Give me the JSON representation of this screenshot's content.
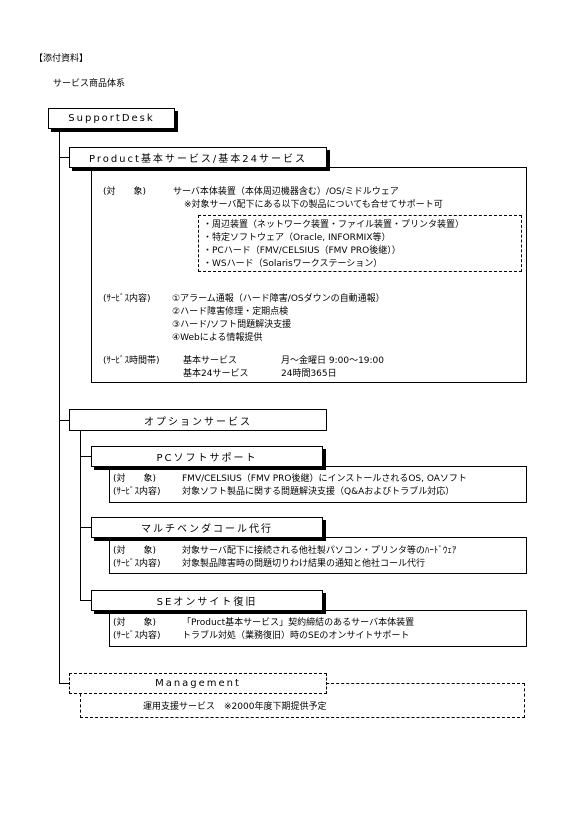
{
  "header": {
    "attachment_label": "【添付資料】",
    "subtitle": "サービス商品体系"
  },
  "root_box": {
    "label": "SupportDesk"
  },
  "product": {
    "title": "Product基本サービス/基本24サービス",
    "target_label": "(対　　象)",
    "target_line1": "サーバ本体装置（本体周辺機器含む）/OS/ミドルウェア",
    "target_line2": "※対象サーバ配下にある以下の製品についても合せてサポート可",
    "devices": [
      "・周辺装置（ネットワーク装置・ファイル装置・プリンタ装置）",
      "・特定ソフトウェア（Oracle, INFORMIX等）",
      "・PCハード（FMV/CELSIUS（FMV PRO後継））",
      "・WSハード（Solarisワークステーション）"
    ],
    "content_label": "(ｻｰﾋﾞｽ内容)",
    "content_items": [
      "①アラーム通報（ハード障害/OSダウンの自動通報）",
      "②ハード障害修理・定期点検",
      "③ハード/ソフト問題解決支援",
      "④Webによる情報提供"
    ],
    "hours_label": "(ｻｰﾋﾞｽ時間帯)",
    "hours_rows": [
      {
        "name": "基本サービス",
        "time": "月～金曜日 9:00～19:00"
      },
      {
        "name": "基本24サービス",
        "time": "24時間365日"
      }
    ]
  },
  "option": {
    "title": "オプションサービス"
  },
  "pc_soft": {
    "title": "PCソフトサポート",
    "lines": [
      {
        "label": "(対　　象)",
        "text": "FMV/CELSIUS（FMV PRO後継）にインストールされるOS, OAソフト"
      },
      {
        "label": "(ｻｰﾋﾞｽ内容)",
        "text": "対象ソフト製品に関する問題解決支援（Q&Aおよびトラブル対応）"
      }
    ]
  },
  "multivendor": {
    "title": "マルチベンダコール代行",
    "lines": [
      {
        "label": "(対　　象)",
        "text": "対象サーバ配下に接続される他社製パソコン・プリンタ等のﾊｰﾄﾞｳｪｱ"
      },
      {
        "label": "(ｻｰﾋﾞｽ内容)",
        "text": "対象製品障害時の問題切りわけ結果の通知と他社コール代行"
      }
    ]
  },
  "se_onsite": {
    "title": "SEオンサイト復旧",
    "lines": [
      {
        "label": "(対　　象)",
        "text": "「Product基本サービス」契約締結のあるサーバ本体装置"
      },
      {
        "label": "(ｻｰﾋﾞｽ内容)",
        "text": "トラブル対処（業務復旧）時のSEのオンサイトサポート"
      }
    ]
  },
  "management": {
    "title": "Management",
    "text": "運用支援サービス　※2000年度下期提供予定"
  }
}
